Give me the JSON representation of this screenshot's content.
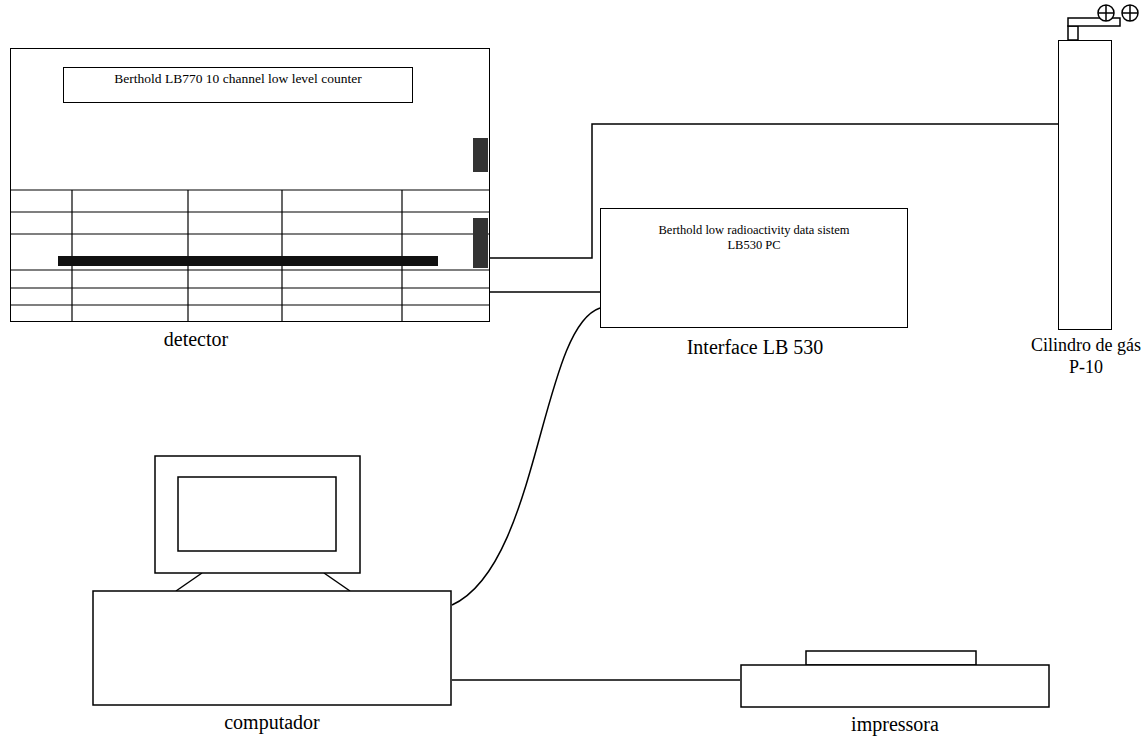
{
  "diagram": {
    "nodes": [
      {
        "text": [
          "detector"
        ]
      },
      {
        "text": [
          "Berthold LB770 10 channel low level counter"
        ],
        "in": 0
      },
      {
        "text": [
          "Berthold low radioactivity data sistem LB530 PC",
          "Interface LB 530"
        ]
      },
      {
        "text": [
          "Cilindro de gás P-10"
        ]
      },
      {
        "text": [
          "computador"
        ]
      },
      {
        "text": [
          "impressora"
        ]
      }
    ],
    "edges": [
      {
        "from": 0,
        "to": 3,
        "arrow": "none"
      },
      {
        "from": 0,
        "to": 2,
        "arrow": "none"
      },
      {
        "from": 2,
        "to": 4,
        "arrow": "none"
      },
      {
        "from": 4,
        "to": 5,
        "arrow": "none"
      }
    ]
  }
}
